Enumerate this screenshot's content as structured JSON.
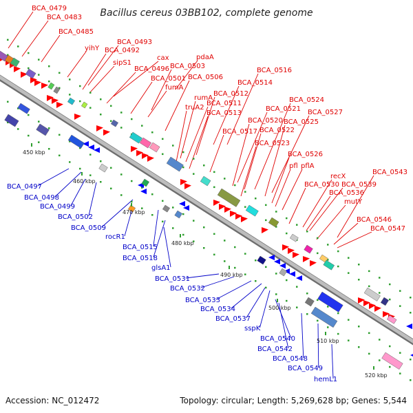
{
  "title": "Bacillus cereus 03BB102, complete genome",
  "footer": {
    "accession": "Accession: NC_012472",
    "summary": "Topology: circular; Length: 5,269,628 bp; Genes: 5,544"
  },
  "top_labels": [
    "BCA_0479",
    "BCA_0483",
    "BCA_0485",
    "yihY",
    "BCA_0493",
    "BCA_0492",
    "sipS1",
    "cax",
    "BCA_0496",
    "pdaA",
    "BCA_0503",
    "BCA_0501",
    "fumA",
    "BCA_0506",
    "BCA_0516",
    "BCA_0514",
    "BCA_0512",
    "rumA",
    "BCA_0511",
    "truA2",
    "BCA_0513",
    "BCA_0524",
    "BCA_0521",
    "BCA_0527",
    "BCA_0520",
    "BCA_0525",
    "BCA_0517",
    "BCA_0522",
    "BCA_0523",
    "BCA_0526",
    "pfl",
    "pflA",
    "recX",
    "BCA_0530",
    "BCA_0539",
    "BCA_0536",
    "BCA_0543",
    "mutY",
    "BCA_0546",
    "BCA_0547"
  ],
  "bottom_labels": [
    "BCA_0497",
    "BCA_0498",
    "BCA_0499",
    "BCA_0502",
    "BCA_0509",
    "rocR1",
    "BCA_0515",
    "BCA_0518",
    "glsA1",
    "BCA_0531",
    "BCA_0532",
    "BCA_0533",
    "BCA_0534",
    "BCA_0537",
    "sspK",
    "BCA_0540",
    "BCA_0542",
    "BCA_0548",
    "BCA_0549",
    "hemL1"
  ],
  "ticks": [
    "450 kbp",
    "460 kbp",
    "470 kbp",
    "480 kbp",
    "490 kbp",
    "500 kbp",
    "510 kbp",
    "520 kbp"
  ],
  "colors": {
    "top_label": "#e00000",
    "bottom_label": "#0000c8",
    "backbone": "#9a9a9a",
    "forward_gene": "#ff0000",
    "reverse_gene": "#0000ff"
  }
}
